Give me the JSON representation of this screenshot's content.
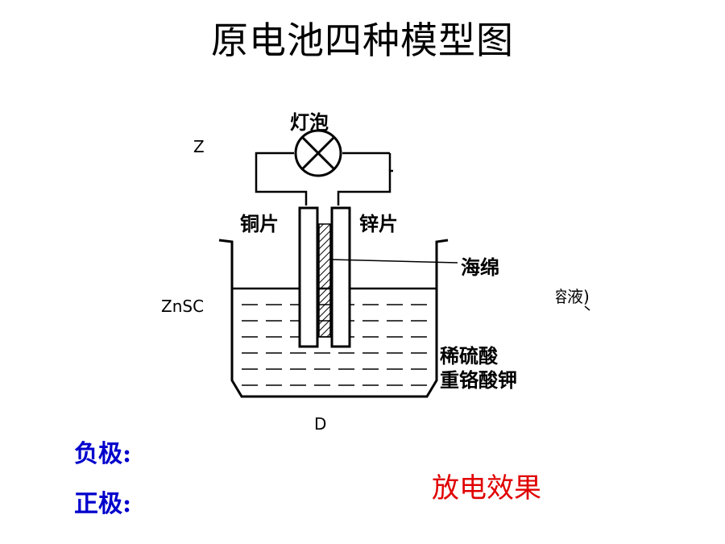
{
  "title": "原电池四种模型图",
  "diagram": {
    "lamp_label": "灯泡",
    "copper_label": "铜片",
    "zinc_label": "锌片",
    "sponge_label": "海绵",
    "electrolyte_line1": "稀硫酸",
    "electrolyte_line2": "重铬酸钾",
    "fragment_z": "Z",
    "fragment_znso": "ZnSC",
    "fragment_solution": "溶液)",
    "figure_letter": "D"
  },
  "notes": {
    "negative_label": "负极:",
    "positive_label": "正极:",
    "discharge_effect": "放电效果"
  },
  "colors": {
    "label_blue": "#0000cc",
    "effect_red": "#e00000",
    "line": "#000000"
  }
}
